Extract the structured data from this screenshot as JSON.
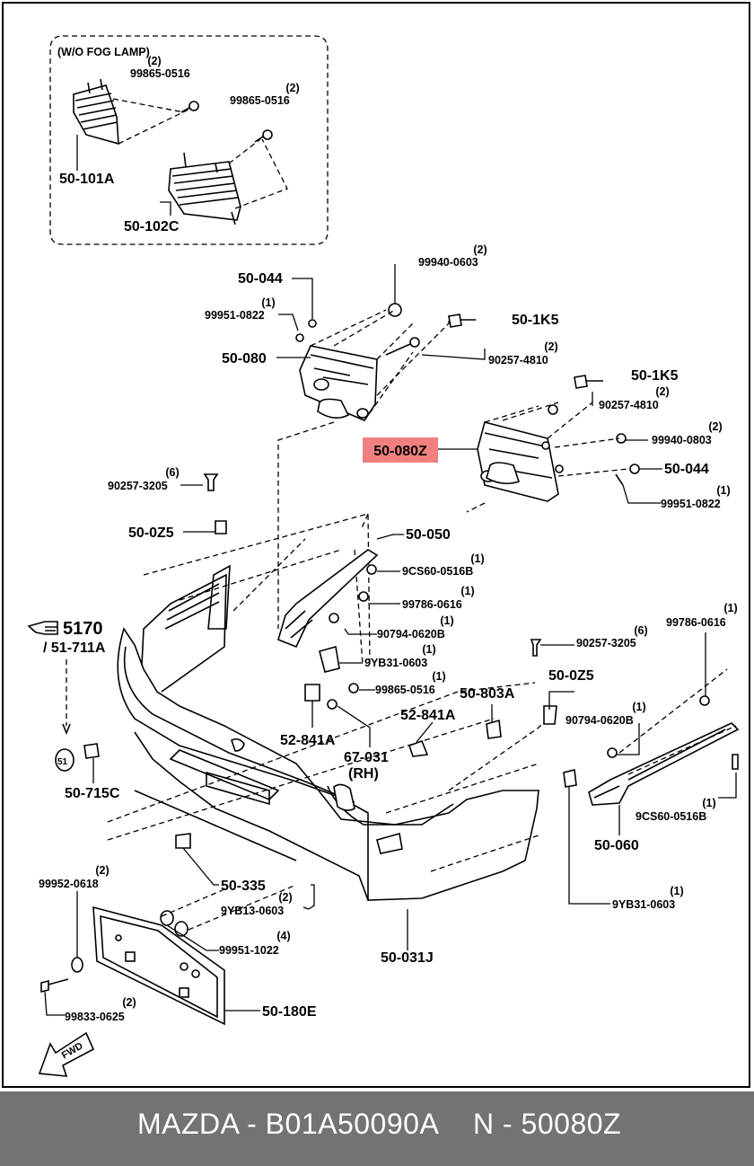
{
  "diagram": {
    "inset_title": "(W/O FOG LAMP)",
    "labels": [
      {
        "id": "l1",
        "text": "50-101A"
      },
      {
        "id": "l2",
        "text": "50-102C"
      },
      {
        "id": "l3",
        "text": "99865-0516",
        "qty": "(2)"
      },
      {
        "id": "l4",
        "text": "99865-0516",
        "qty": "(2)"
      },
      {
        "id": "l5",
        "text": "99940-0603",
        "qty": "(2)"
      },
      {
        "id": "l6",
        "text": "50-044"
      },
      {
        "id": "l7",
        "text": "99951-0822",
        "qty": "(1)"
      },
      {
        "id": "l8",
        "text": "50-1K5"
      },
      {
        "id": "l9",
        "text": "50-080"
      },
      {
        "id": "l10",
        "text": "90257-4810",
        "qty": "(2)"
      },
      {
        "id": "l11",
        "text": "50-1K5"
      },
      {
        "id": "l12",
        "text": "90257-4810",
        "qty": "(2)"
      },
      {
        "id": "l13",
        "text": "50-080Z",
        "highlight": true
      },
      {
        "id": "l14",
        "text": "99940-0803",
        "qty": "(2)"
      },
      {
        "id": "l15",
        "text": "50-044"
      },
      {
        "id": "l16",
        "text": "99951-0822",
        "qty": "(1)"
      },
      {
        "id": "l17",
        "text": "90257-3205",
        "qty": "(6)"
      },
      {
        "id": "l18",
        "text": "50-0Z5"
      },
      {
        "id": "l19",
        "text": "50-050"
      },
      {
        "id": "l20",
        "text": "9CS60-0516B",
        "qty": "(1)"
      },
      {
        "id": "l21",
        "text": "99786-0616",
        "qty": "(1)"
      },
      {
        "id": "l22",
        "text": "90794-0620B",
        "qty": "(1)"
      },
      {
        "id": "l23",
        "text": "9YB31-0603",
        "qty": "(1)"
      },
      {
        "id": "l24",
        "text": "99865-0516",
        "qty": "(1)"
      },
      {
        "id": "l25",
        "text": "52-841A"
      },
      {
        "id": "l26",
        "text": "67-031"
      },
      {
        "id": "l27",
        "text": "(RH)"
      },
      {
        "id": "l28",
        "text": "50-803A"
      },
      {
        "id": "l29",
        "text": "52-841A"
      },
      {
        "id": "l30",
        "text": "90257-3205",
        "qty": "(6)"
      },
      {
        "id": "l31",
        "text": "50-0Z5"
      },
      {
        "id": "l32",
        "text": "99786-0616",
        "qty": "(1)"
      },
      {
        "id": "l33",
        "text": "90794-0620B",
        "qty": "(1)"
      },
      {
        "id": "l34",
        "text": "9CS60-0516B",
        "qty": "(1)"
      },
      {
        "id": "l35",
        "text": "50-060"
      },
      {
        "id": "l36",
        "text": "9YB31-0603",
        "qty": "(1)"
      },
      {
        "id": "l37",
        "text": "5170"
      },
      {
        "id": "l38",
        "text": "/ 51-711A"
      },
      {
        "id": "l39",
        "text": "50-715C"
      },
      {
        "id": "l40",
        "text": "50-335"
      },
      {
        "id": "l41",
        "text": "9YB13-0603",
        "qty": "(2)"
      },
      {
        "id": "l42",
        "text": "99951-1022",
        "qty": "(4)"
      },
      {
        "id": "l43",
        "text": "50-031J"
      },
      {
        "id": "l44",
        "text": "99952-0618",
        "qty": "(2)"
      },
      {
        "id": "l45",
        "text": "99833-0625",
        "qty": "(2)"
      },
      {
        "id": "l46",
        "text": "50-180E"
      }
    ],
    "fwd_label": "FWD",
    "ref_circle_label": "51",
    "highlight_color": "#f08080"
  },
  "footer": {
    "brand_text": "MAZDA - B01A50090A",
    "part_text": "N - 50080Z",
    "background_color": "#737373",
    "text_color": "#ffffff"
  }
}
